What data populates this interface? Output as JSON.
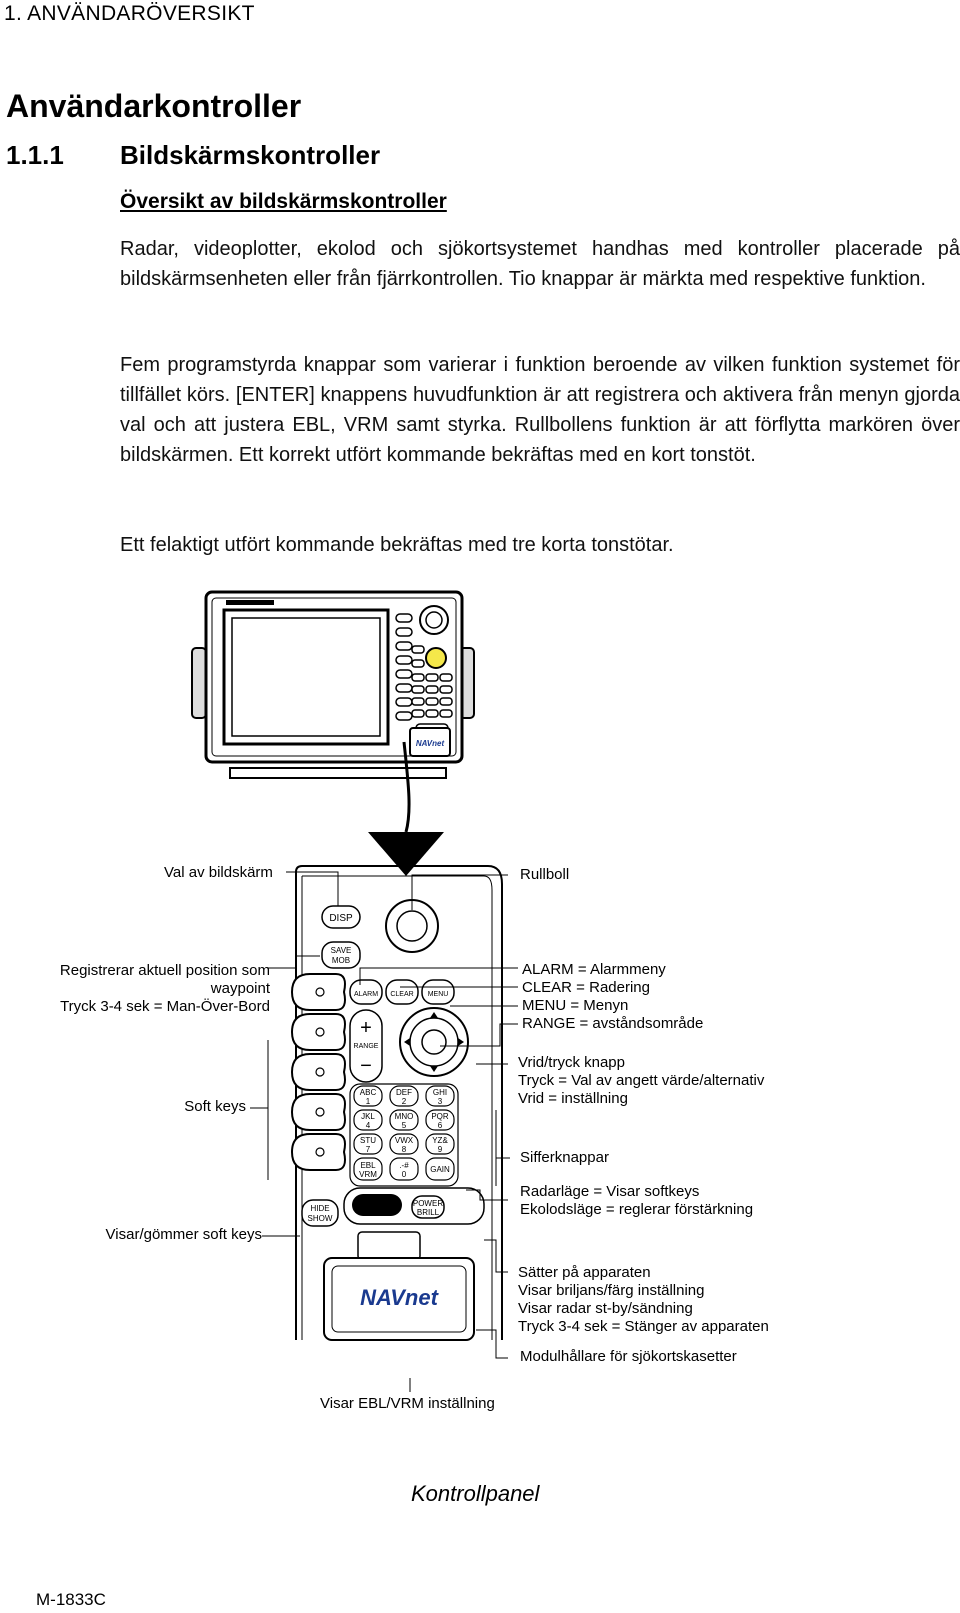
{
  "header": {
    "chapter": "1. ANVÄNDARÖVERSIKT"
  },
  "headings": {
    "h1": "Användarkontroller",
    "section_number": "1.1.1",
    "section_title": "Bildskärmskontroller",
    "subsection": "Översikt av bildskärmskontroller"
  },
  "paragraphs": {
    "p1": "Radar, videoplotter, ekolod och sjökortsystemet handhas med kontroller placerade på bildskärmsenheten eller från fjärrkontrollen. Tio knappar är märkta med respektive funktion.",
    "p2": "Fem programstyrda knappar som varierar i funktion beroende av vilken funktion systemet för tillfället körs. [ENTER] knappens huvudfunktion är att registrera och aktivera från menyn gjorda val och att justera EBL, VRM samt styrka. Rullbollens funktion är att förflytta markören över bildskärmen. Ett korrekt utfört kommande bekräftas med en kort tonstöt.",
    "p3": "Ett felaktigt utfört kommande bekräftas med tre korta tonstötar."
  },
  "device": {
    "logo_text": "NAVnet"
  },
  "panel": {
    "keys": {
      "disp": "DISP",
      "save": "SAVE",
      "mob": "MOB",
      "alarm": "ALARM",
      "clear": "CLEAR",
      "menu": "MENU",
      "range": "RANGE",
      "plus": "+",
      "minus": "−",
      "k1a": "ABC",
      "k1b": "1",
      "k2a": "DEF",
      "k2b": "2",
      "k3a": "GHI",
      "k3b": "3",
      "k4a": "JKL",
      "k4b": "4",
      "k5a": "MNO",
      "k5b": "5",
      "k6a": "PQR",
      "k6b": "6",
      "k7a": "STU",
      "k7b": "7",
      "k8a": "VWX",
      "k8b": "8",
      "k9a": "YZ&",
      "k9b": "9",
      "k0a": ".-#",
      "k0b": "0",
      "ebl": "EBL",
      "vrm": "VRM",
      "gain": "GAIN",
      "hide": "HIDE",
      "show": "SHOW",
      "power": "POWER",
      "brill": "BRILL",
      "logo": "NAVnet"
    }
  },
  "labels": {
    "val_av_bildskarm": "Val av bildskärm",
    "rullboll": "Rullboll",
    "registrerar_1": "Registrerar aktuell position som",
    "registrerar_2": "waypoint",
    "registrerar_3": "Tryck 3-4 sek = Man-Över-Bord",
    "alarm_line": "ALARM = Alarmmeny",
    "clear_line": "CLEAR = Radering",
    "menu_line": "MENU = Menyn",
    "range_line": "RANGE = avståndsområde",
    "vrid_1": "Vrid/tryck knapp",
    "vrid_2": "Tryck = Val av angett värde/alternativ",
    "vrid_3": "Vrid = inställning",
    "soft_keys": "Soft keys",
    "sifferknappar": "Sifferknappar",
    "radar_1": "Radarläge = Visar softkeys",
    "radar_2": "Ekolodsläge = reglerar förstärkning",
    "visar_gommer": "Visar/gömmer soft keys",
    "power_1": "Sätter på apparaten",
    "power_2": "Visar briljans/färg inställning",
    "power_3": "Visar radar st-by/sändning",
    "power_4": "Tryck 3-4 sek = Stänger av apparaten",
    "modul": "Modulhållare för sjökortskasetter",
    "ebl_vrm": "Visar EBL/VRM inställning"
  },
  "caption": "Kontrollpanel",
  "footer": {
    "doc_id": "M-1833C"
  }
}
